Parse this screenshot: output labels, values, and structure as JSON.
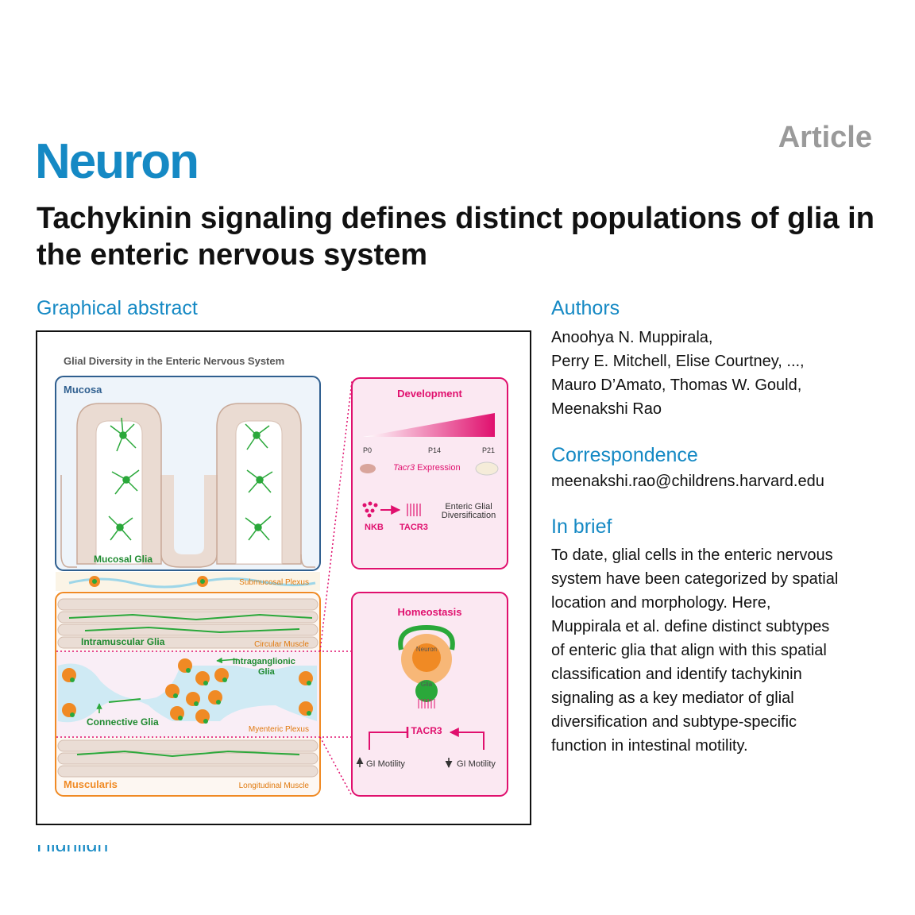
{
  "header": {
    "journal": "Neuron",
    "article_type": "Article",
    "title": "Tachykinin signaling defines distinct populations of glia in the enteric nervous system"
  },
  "sections": {
    "graphical_abstract": "Graphical abstract",
    "authors_heading": "Authors",
    "correspondence_heading": "Correspondence",
    "in_brief_heading": "In brief",
    "highlights_heading": "Highlights"
  },
  "authors": [
    "Anoohya N. Muppirala,",
    "Perry E. Mitchell, Elise Courtney, ...,",
    "Mauro D’Amato, Thomas W. Gould,",
    "Meenakshi Rao"
  ],
  "correspondence": "meenakshi.rao@childrens.harvard.edu",
  "in_brief": [
    "To date, glial cells in the enteric nervous",
    "system have been categorized by spatial",
    "location and morphology. Here,",
    "Muppirala et al. define distinct subtypes",
    "of enteric glia that align with this spatial",
    "classification and identify tachykinin",
    "signaling as a key mediator of glial",
    "diversification and subtype-specific",
    "function in intestinal motility."
  ],
  "figure": {
    "title": "Glial Diversity in the Enteric Nervous System",
    "mucosa": "Mucosa",
    "mucosal_glia": "Mucosal Glia",
    "submucosal_plexus": "Submucosal Plexus",
    "intramuscular_glia": "Intramuscular Glia",
    "circular_muscle": "Circular Muscle",
    "intraganglionic_glia_1": "Intraganglionic",
    "intraganglionic_glia_2": "Glia",
    "connective_glia": "Connective Glia",
    "myenteric_plexus": "Myenteric Plexus",
    "muscularis": "Muscularis",
    "longitudinal_muscle": "Longitudinal Muscle",
    "development": {
      "title": "Development",
      "p0": "P0",
      "p14": "P14",
      "p21": "P21",
      "tacr3_italic": "Tacr3",
      "expression": " Expression",
      "nkb": "NKB",
      "tacr3": "TACR3",
      "diversification_1": "Enteric Glial",
      "diversification_2": "Diversification"
    },
    "homeostasis": {
      "title": "Homeostasis",
      "neuron": "Neuron",
      "glia": "Glia",
      "tacr3": "TACR3",
      "gi_motility_up": "GI Motility",
      "gi_motility_down": "GI Motility"
    }
  },
  "colors": {
    "brand_blue": "#1589c4",
    "magenta": "#e0106e",
    "orange": "#f08a24",
    "glia_green": "#2aa83a",
    "mucosa_blue": "#2f5f8f"
  }
}
